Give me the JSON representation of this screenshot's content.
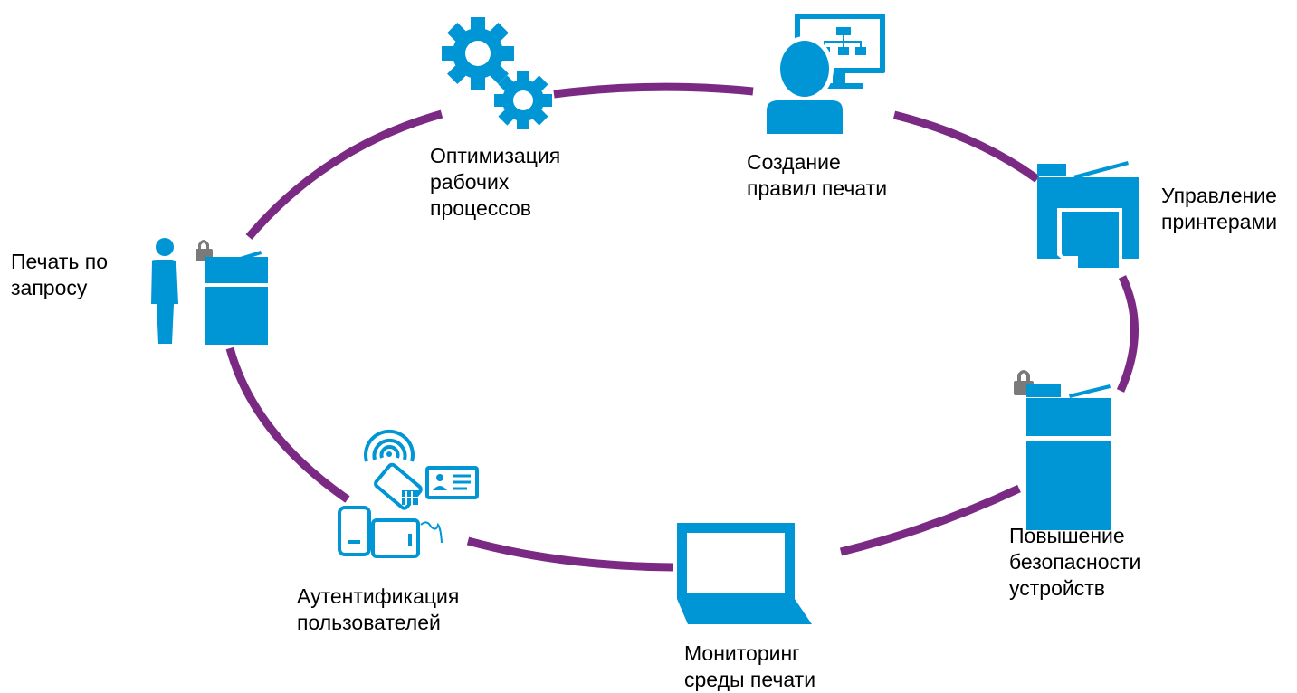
{
  "colors": {
    "cycle_arc": "#7b2a84",
    "icon_blue": "#0096d6",
    "lock_gray": "#7a7a7a",
    "text": "#000000"
  },
  "nodes": [
    {
      "id": "workflow-optimization",
      "icon": "gears-icon",
      "lines": [
        "Оптимизация",
        "рабочих",
        "процессов"
      ]
    },
    {
      "id": "print-rules",
      "icon": "user-computer-icon",
      "lines": [
        "Создание",
        "правил печати"
      ]
    },
    {
      "id": "printer-management",
      "icon": "printer-paper-icon",
      "lines": [
        "Управление",
        "принтерами"
      ]
    },
    {
      "id": "device-security",
      "icon": "secure-printer-icon",
      "lines": [
        "Повышение",
        "безопасности",
        "устройств"
      ]
    },
    {
      "id": "print-monitoring",
      "icon": "laptop-icon",
      "lines": [
        "Мониторинг",
        "среды печати"
      ]
    },
    {
      "id": "user-authentication",
      "icon": "badge-card-reader-icon",
      "lines": [
        "Аутентификация",
        "пользователей"
      ]
    },
    {
      "id": "pull-printing",
      "icon": "person-locked-printer-icon",
      "lines": [
        "Печать по",
        "запросу"
      ]
    }
  ]
}
